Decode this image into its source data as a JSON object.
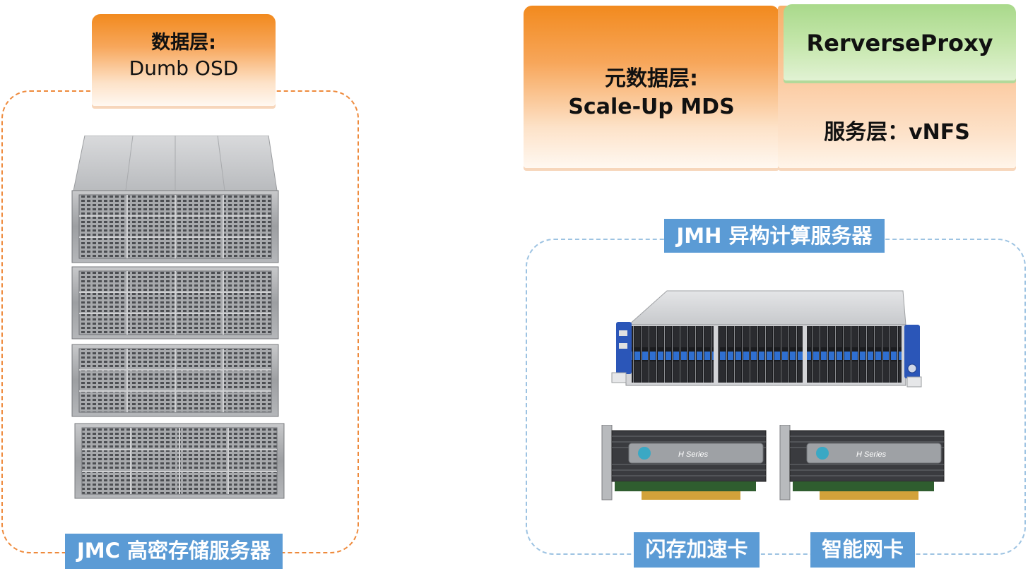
{
  "data_layer": {
    "title": "数据层:",
    "subtitle": "Dumb OSD"
  },
  "metadata_layer": {
    "title": "元数据层:",
    "subtitle": "Scale-Up MDS"
  },
  "reverse_proxy": {
    "label": "RerverseProxy"
  },
  "service_layer": {
    "label": "服务层：vNFS"
  },
  "jmc_group": {
    "caption": "JMC 高密存储服务器"
  },
  "jmh_group": {
    "caption": "JMH 异构计算服务器"
  },
  "flash_card": {
    "caption": "闪存加速卡",
    "brand_text": "H Series"
  },
  "smart_nic": {
    "caption": "智能网卡",
    "brand_text": "H Series"
  },
  "colors": {
    "orange_accent": "#f28a1e",
    "green_accent": "#a9d98b",
    "label_blue": "#5b9bd5",
    "frame_orange": "#ee8a3c",
    "frame_blue": "#9dc3e2"
  }
}
